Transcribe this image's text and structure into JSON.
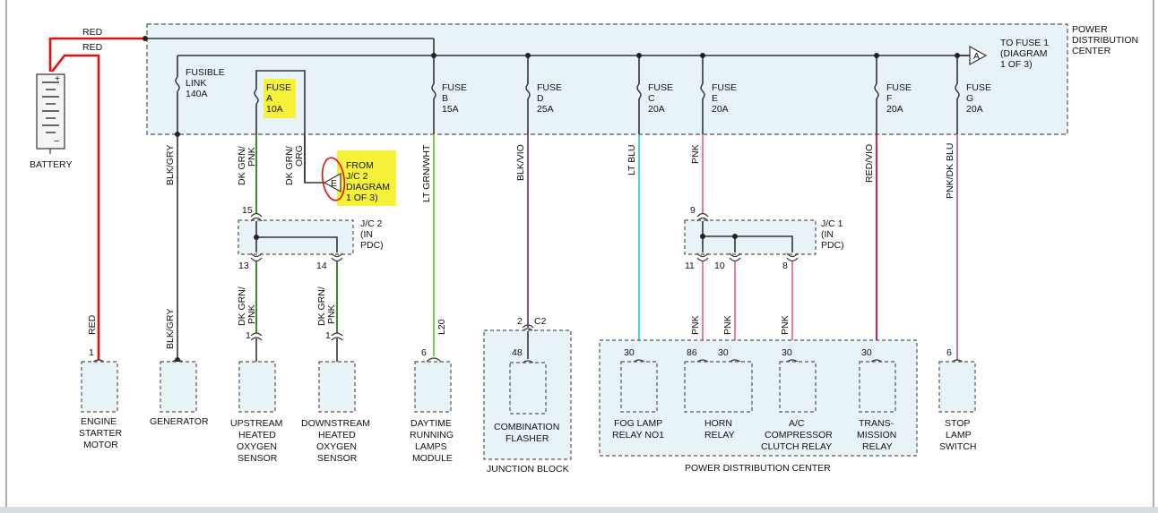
{
  "labels": {
    "pdc_title_1": "POWER",
    "pdc_title_2": "DISTRIBUTION",
    "pdc_title_3": "CENTER",
    "to_fuse1_1": "TO FUSE 1",
    "to_fuse1_2": "(DIAGRAM",
    "to_fuse1_3": "1 OF 3)",
    "connector_a": "A",
    "battery": "BATTERY",
    "red_1": "RED",
    "red_2": "RED",
    "fusible_1": "FUSIBLE",
    "fusible_2": "LINK",
    "fusible_3": "140A",
    "fuse_a_1": "FUSE",
    "fuse_a_2": "A",
    "fuse_a_3": "10A",
    "fuse_b_1": "FUSE",
    "fuse_b_2": "B",
    "fuse_b_3": "15A",
    "fuse_d_1": "FUSE",
    "fuse_d_2": "D",
    "fuse_d_3": "25A",
    "fuse_c_1": "FUSE",
    "fuse_c_2": "C",
    "fuse_c_3": "20A",
    "fuse_e_1": "FUSE",
    "fuse_e_2": "E",
    "fuse_e_3": "20A",
    "fuse_f_1": "FUSE",
    "fuse_f_2": "F",
    "fuse_f_3": "20A",
    "fuse_g_1": "FUSE",
    "fuse_g_2": "G",
    "fuse_g_3": "20A",
    "w_blkgry_top": "BLK/GRY",
    "w_dkgrnpnk_top_1": "DK GRN/",
    "w_dkgrnpnk_top_2": "PNK",
    "w_dkgrnorg_1": "DK GRN/",
    "w_dkgrnorg_2": "ORG",
    "from_jc2_1": "FROM",
    "from_jc2_2": "J/C 2",
    "from_jc2_3": "DIAGRAM",
    "from_jc2_4": "1 OF 3)",
    "connector_e": "E",
    "w_ltgrnwht": "LT GRN/WHT",
    "w_blkvio": "BLK/VIO",
    "w_ltblu": "LT BLU",
    "w_pnk_top": "PNK",
    "w_redvio": "RED/VIO",
    "w_pnkdkblu": "PNK/DK BLU",
    "pin_15": "15",
    "jc2_1": "J/C 2",
    "jc2_2": "(IN",
    "jc2_3": "PDC)",
    "pin_13": "13",
    "pin_14": "14",
    "pin_9": "9",
    "jc1_1": "J/C 1",
    "jc1_2": "(IN",
    "jc1_3": "PDC)",
    "pin_11": "11",
    "pin_10": "10",
    "pin_8": "8",
    "w_red_low": "RED",
    "w_blkgry_low": "BLK/GRY",
    "w_dkgrnpnk_l1_1": "DK GRN/",
    "w_dkgrnpnk_l1_2": "PNK",
    "w_dkgrnpnk_l2_1": "DK GRN/",
    "w_dkgrnpnk_l2_2": "PNK",
    "w_l20": "L20",
    "w_pnk_l1": "PNK",
    "w_pnk_l2": "PNK",
    "w_pnk_l3": "PNK",
    "pin_1a": "1",
    "pin_1b": "1",
    "pin_1c": "1",
    "pin_6a": "6",
    "pin_2": "2",
    "c2": "C2",
    "pin_48": "48",
    "pin_30a": "30",
    "pin_86": "86",
    "pin_30b": "30",
    "pin_30c": "30",
    "pin_30d": "30",
    "pin_6b": "6",
    "comp_starter_1": "ENGINE",
    "comp_starter_2": "STARTER",
    "comp_starter_3": "MOTOR",
    "comp_generator": "GENERATOR",
    "comp_up_1": "UPSTREAM",
    "comp_up_2": "HEATED",
    "comp_up_3": "OXYGEN",
    "comp_up_4": "SENSOR",
    "comp_down_1": "DOWNSTREAM",
    "comp_down_2": "HEATED",
    "comp_down_3": "OXYGEN",
    "comp_down_4": "SENSOR",
    "comp_drl_1": "DAYTIME",
    "comp_drl_2": "RUNNING",
    "comp_drl_3": "LAMPS",
    "comp_drl_4": "MODULE",
    "comp_flasher_1": "COMBINATION",
    "comp_flasher_2": "FLASHER",
    "junction_block": "JUNCTION BLOCK",
    "comp_fog_1": "FOG LAMP",
    "comp_fog_2": "RELAY NO1",
    "comp_horn_1": "HORN",
    "comp_horn_2": "RELAY",
    "comp_ac_1": "A/C",
    "comp_ac_2": "COMPRESSOR",
    "comp_ac_3": "CLUTCH RELAY",
    "comp_trans_1": "TRANS-",
    "comp_trans_2": "MISSION",
    "comp_trans_3": "RELAY",
    "pdc_bottom": "POWER DISTRIBUTION CENTER",
    "comp_stop_1": "STOP",
    "comp_stop_2": "LAMP",
    "comp_stop_3": "SWITCH"
  },
  "colors": {
    "red_wire": "#e01010",
    "dark_green_wire": "#3c8a2a",
    "light_green_wire": "#6ad64a",
    "violet_wire": "#8a4aa0",
    "light_blue_wire": "#3cd8e8",
    "pink_wire": "#f07aa0",
    "red_violet_wire": "#d0204a",
    "highlight": "#f6f23a",
    "annotation_circle": "#e01010"
  }
}
